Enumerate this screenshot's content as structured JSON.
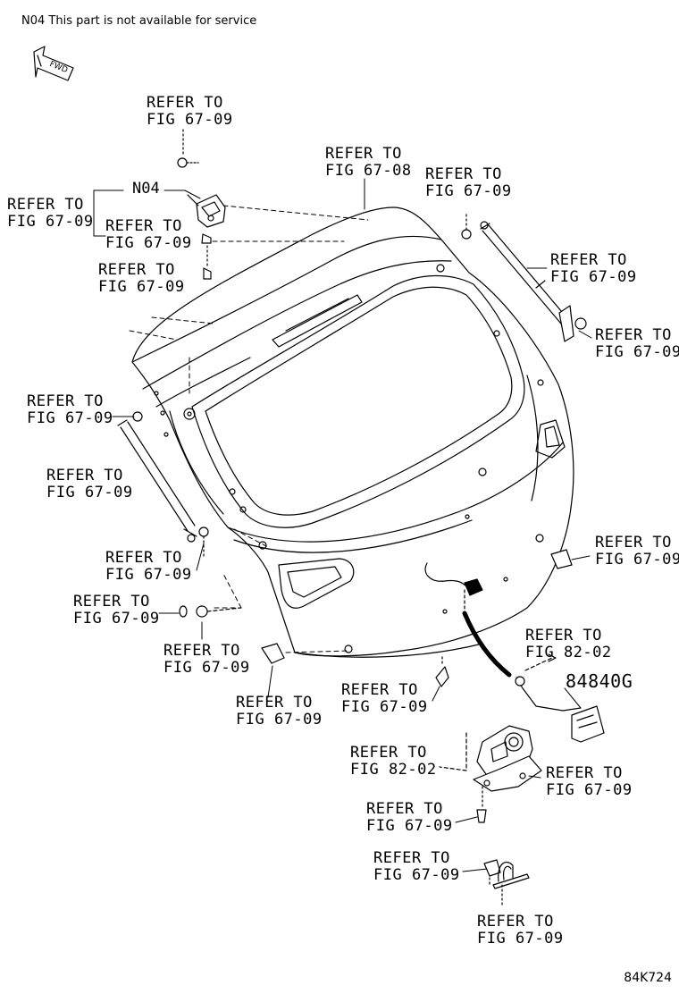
{
  "note": "N04 This part is not available for service",
  "fwd_label": "FWD",
  "part_code_n04": "N04",
  "part_code_84840g": "84840G",
  "figure_id": "84K724",
  "refs": {
    "r1": [
      "REFER TO",
      "FIG 67-09"
    ],
    "r2": [
      "REFER TO",
      "FIG 67-08"
    ],
    "r3": [
      "REFER TO",
      "FIG 67-09"
    ],
    "r4": [
      "REFER TO",
      "FIG 67-09"
    ],
    "r5": [
      "REFER TO",
      "FIG 67-09"
    ],
    "r6": [
      "REFER TO",
      "FIG 67-09"
    ],
    "r7": [
      "REFER TO",
      "FIG 67-09"
    ],
    "r8": [
      "REFER TO",
      "FIG 67-09"
    ],
    "r9": [
      "REFER TO",
      "FIG 67-09"
    ],
    "r10": [
      "REFER TO",
      "FIG 67-09"
    ],
    "r11": [
      "REFER TO",
      "FIG 67-09"
    ],
    "r12": [
      "REFER TO",
      "FIG 67-09"
    ],
    "r13": [
      "REFER TO",
      "FIG 67-09"
    ],
    "r14": [
      "REFER TO",
      "FIG 67-09"
    ],
    "r15": [
      "REFER TO",
      "FIG 67-09"
    ],
    "r16": [
      "REFER TO",
      "FIG 67-09"
    ],
    "r17": [
      "REFER TO",
      "FIG 82-02"
    ],
    "r18": [
      "REFER TO",
      "FIG 82-02"
    ],
    "r19": [
      "REFER TO",
      "FIG 67-09"
    ],
    "r20": [
      "REFER TO",
      "FIG 67-09"
    ],
    "r21": [
      "REFER TO",
      "FIG 67-09"
    ],
    "r22": [
      "REFER TO",
      "FIG 67-09"
    ]
  }
}
